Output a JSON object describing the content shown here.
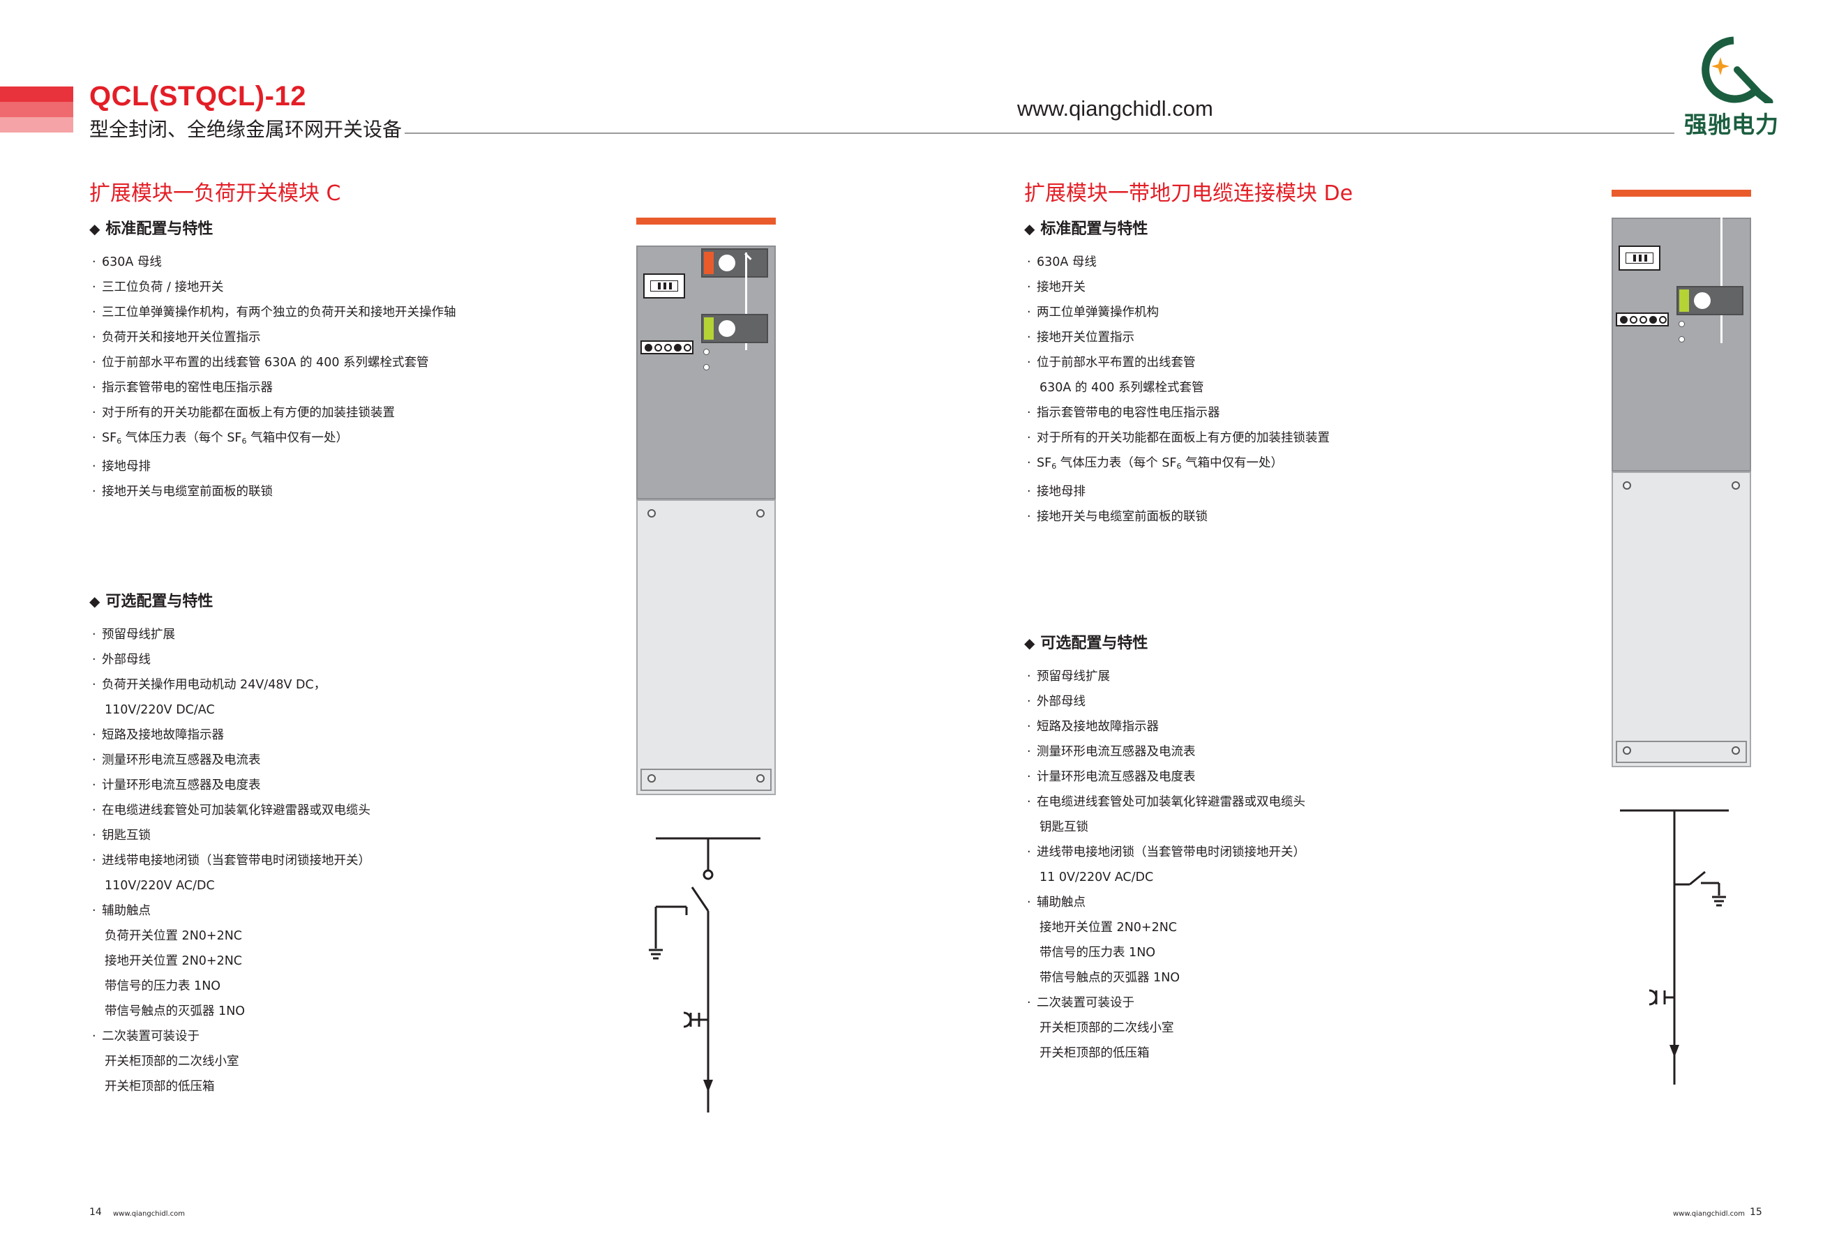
{
  "header": {
    "model": "QCL(STQCL)-12",
    "subtitle": "型全封闭、全绝缘金属环网开关设备",
    "website": "www.qiangchidl.com",
    "logo_text": "强驰电力",
    "colors": {
      "accent": "#e31e26",
      "logo_green": "#1b5e3f",
      "logo_orange": "#f39c1e"
    }
  },
  "left": {
    "title": "扩展模块一负荷开关模块 C",
    "standard": {
      "heading": "标准配置与特性",
      "items": [
        "630A 母线",
        "三工位负荷 / 接地开关",
        "三工位单弹簧操作机构，有两个独立的负荷开关和接地开关操作轴",
        "负荷开关和接地开关位置指示",
        "位于前部水平布置的出线套管 630A 的 400 系列螺栓式套管",
        "指示套管带电的窑性电压指示器",
        "对于所有的开关功能都在面板上有方便的加装挂锁装置",
        "SF6 气体压力表（每个 SF6 气箱中仅有一处）",
        "接地母排",
        "接地开关与电缆室前面板的联锁"
      ]
    },
    "optional": {
      "heading": "可选配置与特性",
      "items": [
        {
          "t": "预留母线扩展",
          "c": false
        },
        {
          "t": "外部母线",
          "c": false
        },
        {
          "t": "负荷开关操作用电动机动 24V/48V DC，",
          "c": false
        },
        {
          "t": "110V/220V DC/AC",
          "c": true
        },
        {
          "t": "短路及接地故障指示器",
          "c": false
        },
        {
          "t": "测量环形电流互感器及电流表",
          "c": false
        },
        {
          "t": "计量环形电流互感器及电度表",
          "c": false
        },
        {
          "t": "在电缆进线套管处可加装氧化锌避雷器或双电缆头",
          "c": false
        },
        {
          "t": "钥匙互锁",
          "c": false
        },
        {
          "t": "进线带电接地闭锁（当套管带电时闭锁接地开关）",
          "c": false
        },
        {
          "t": "110V/220V AC/DC",
          "c": true
        },
        {
          "t": "辅助触点",
          "c": false
        },
        {
          "t": "负荷开关位置 2N0+2NC",
          "c": true
        },
        {
          "t": "接地开关位置 2N0+2NC",
          "c": true
        },
        {
          "t": "带信号的压力表 1NO",
          "c": true
        },
        {
          "t": "带信号触点的灭弧器 1NO",
          "c": true
        },
        {
          "t": "二次装置可装设于",
          "c": false
        },
        {
          "t": "开关柜顶部的二次线小室",
          "c": true
        },
        {
          "t": "开关柜顶部的低压箱",
          "c": true
        }
      ]
    }
  },
  "right": {
    "title": "扩展模块一带地刀电缆连接模块 De",
    "standard": {
      "heading": "标准配置与特性",
      "items": [
        {
          "t": "630A 母线",
          "c": false
        },
        {
          "t": "接地开关",
          "c": false
        },
        {
          "t": "两工位单弹簧操作机构",
          "c": false
        },
        {
          "t": "接地开关位置指示",
          "c": false
        },
        {
          "t": "位于前部水平布置的出线套管",
          "c": false
        },
        {
          "t": "630A 的 400 系列螺栓式套管",
          "c": true
        },
        {
          "t": "指示套管带电的电容性电压指示器",
          "c": false
        },
        {
          "t": "对于所有的开关功能都在面板上有方便的加装挂锁装置",
          "c": false
        },
        {
          "t": "SF6 气体压力表（每个 SF6 气箱中仅有一处）",
          "c": false
        },
        {
          "t": "接地母排",
          "c": false
        },
        {
          "t": "接地开关与电缆室前面板的联锁",
          "c": false
        }
      ]
    },
    "optional": {
      "heading": "可选配置与特性",
      "items": [
        {
          "t": "预留母线扩展",
          "c": false
        },
        {
          "t": "外部母线",
          "c": false
        },
        {
          "t": "短路及接地故障指示器",
          "c": false
        },
        {
          "t": "测量环形电流互感器及电流表",
          "c": false
        },
        {
          "t": "计量环形电流互感器及电度表",
          "c": false
        },
        {
          "t": "在电缆进线套管处可加装氧化锌避雷器或双电缆头",
          "c": false
        },
        {
          "t": "钥匙互锁",
          "c": true
        },
        {
          "t": "进线带电接地闭锁（当套管带电时闭锁接地开关）",
          "c": false
        },
        {
          "t": "11 0V/220V AC/DC",
          "c": true
        },
        {
          "t": "辅助触点",
          "c": false
        },
        {
          "t": "接地开关位置 2N0+2NC",
          "c": true
        },
        {
          "t": "带信号的压力表 1NO",
          "c": true
        },
        {
          "t": "带信号触点的灭弧器 1NO",
          "c": true
        },
        {
          "t": "二次装置可装设于",
          "c": false
        },
        {
          "t": "开关柜顶部的二次线小室",
          "c": true
        },
        {
          "t": "开关柜顶部的低压箱",
          "c": true
        }
      ]
    }
  },
  "footer": {
    "left_page": "14",
    "right_page": "15",
    "url": "www.qiangchidl.com"
  }
}
